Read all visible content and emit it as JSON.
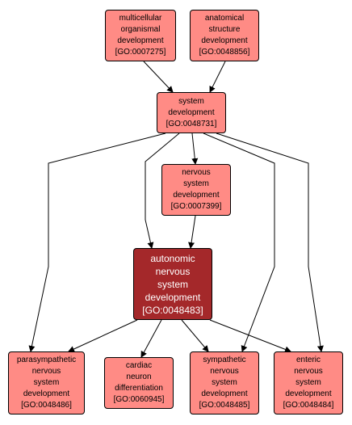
{
  "nodes": [
    {
      "id": "n7275",
      "lines": [
        "multicellular",
        "organismal",
        "development"
      ],
      "go": "[GO:0007275]"
    },
    {
      "id": "n48856",
      "lines": [
        "anatomical",
        "structure",
        "development"
      ],
      "go": "[GO:0048856]"
    },
    {
      "id": "n48731",
      "lines": [
        "system",
        "development"
      ],
      "go": "[GO:0048731]"
    },
    {
      "id": "n7399",
      "lines": [
        "nervous",
        "system",
        "development"
      ],
      "go": "[GO:0007399]"
    },
    {
      "id": "n48483",
      "lines": [
        "autonomic",
        "nervous",
        "system",
        "development"
      ],
      "go": "[GO:0048483]",
      "focus": true
    },
    {
      "id": "n48486",
      "lines": [
        "parasympathetic",
        "nervous",
        "system",
        "development"
      ],
      "go": "[GO:0048486]"
    },
    {
      "id": "n60945",
      "lines": [
        "cardiac",
        "neuron",
        "differentiation"
      ],
      "go": "[GO:0060945]"
    },
    {
      "id": "n48485",
      "lines": [
        "sympathetic",
        "nervous",
        "system",
        "development"
      ],
      "go": "[GO:0048485]"
    },
    {
      "id": "n48484",
      "lines": [
        "enteric",
        "nervous",
        "system",
        "development"
      ],
      "go": "[GO:0048484]"
    }
  ],
  "edges": [
    {
      "from": "n7275",
      "to": "n48731"
    },
    {
      "from": "n48856",
      "to": "n48731"
    },
    {
      "from": "n48731",
      "to": "n7399"
    },
    {
      "from": "n48731",
      "to": "n48483"
    },
    {
      "from": "n48731",
      "to": "n48486"
    },
    {
      "from": "n48731",
      "to": "n48485"
    },
    {
      "from": "n48731",
      "to": "n48484"
    },
    {
      "from": "n7399",
      "to": "n48483"
    },
    {
      "from": "n48483",
      "to": "n48486"
    },
    {
      "from": "n48483",
      "to": "n60945"
    },
    {
      "from": "n48483",
      "to": "n48485"
    },
    {
      "from": "n48483",
      "to": "n48484"
    }
  ]
}
